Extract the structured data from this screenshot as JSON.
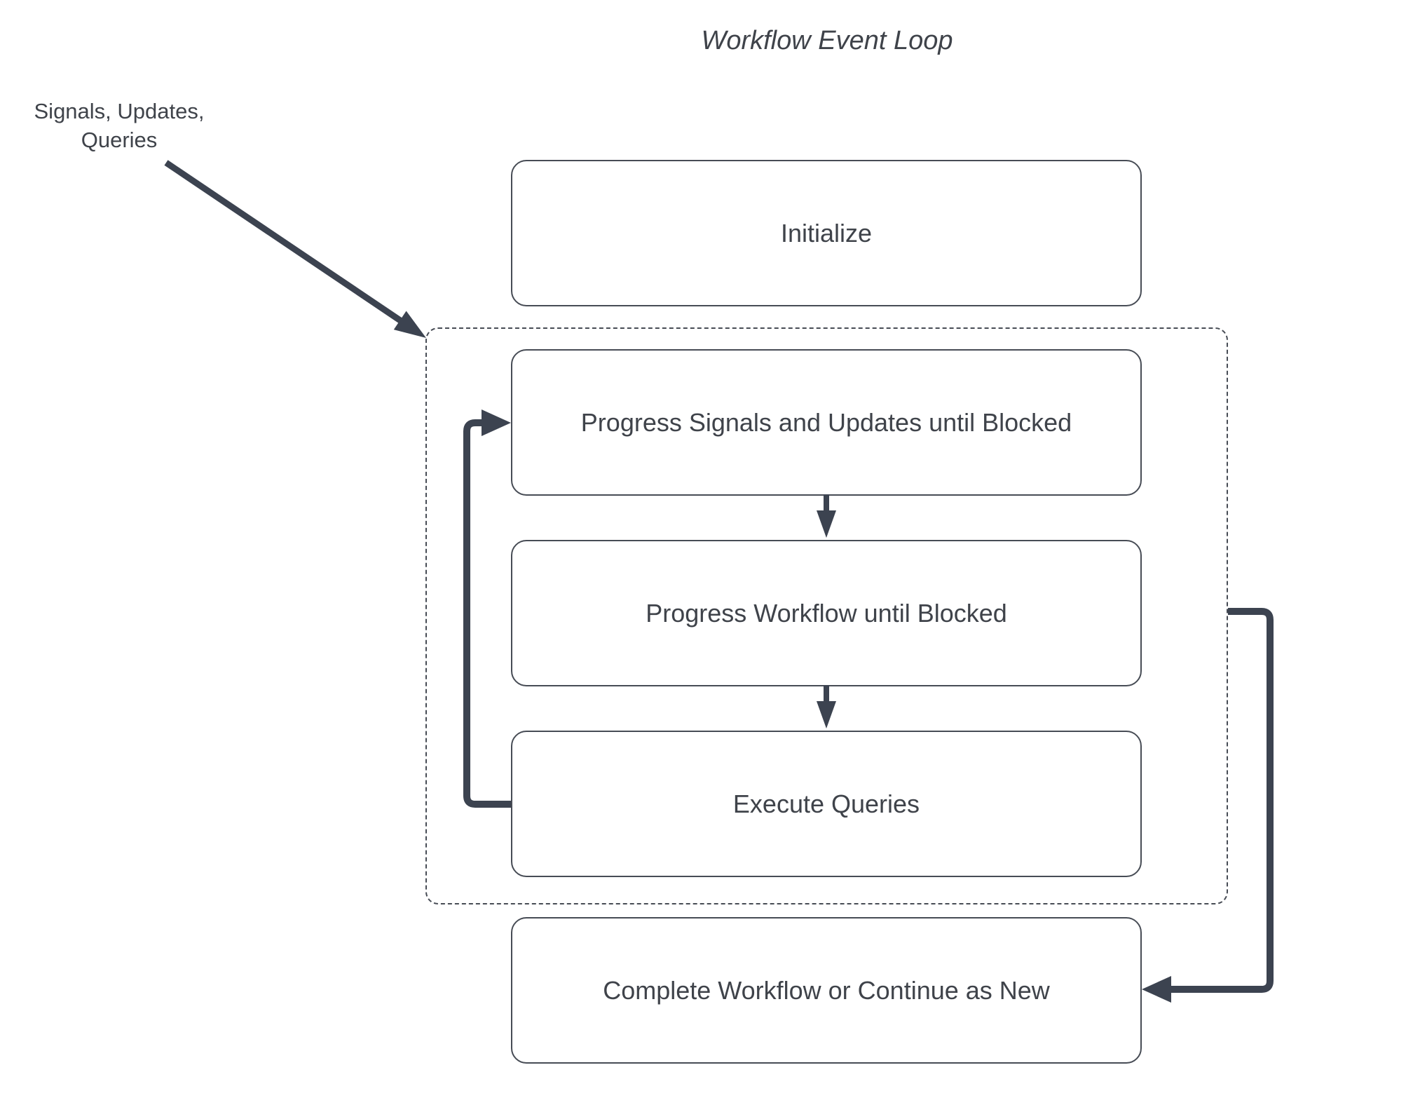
{
  "title": "Workflow Event Loop",
  "external_input_label": {
    "line1": "Signals, Updates,",
    "line2": "Queries"
  },
  "nodes": [
    {
      "id": "initialize",
      "label": "Initialize"
    },
    {
      "id": "progress-signals",
      "label": "Progress Signals and Updates until Blocked"
    },
    {
      "id": "progress-workflow",
      "label": "Progress Workflow until Blocked"
    },
    {
      "id": "execute-queries",
      "label": "Execute Queries"
    },
    {
      "id": "complete-workflow",
      "label": "Complete Workflow or Continue as New"
    }
  ],
  "group": {
    "id": "event-loop-group",
    "contains": [
      "progress-signals",
      "progress-workflow",
      "execute-queries"
    ],
    "border_style": "dashed"
  },
  "edges": [
    {
      "id": "input-to-loop",
      "from": "signals-updates-queries-label",
      "to": "event-loop-group",
      "style": "thin-diagonal-arrow"
    },
    {
      "id": "signals-to-workflow",
      "from": "progress-signals",
      "to": "progress-workflow",
      "style": "down-arrow"
    },
    {
      "id": "workflow-to-queries",
      "from": "progress-workflow",
      "to": "execute-queries",
      "style": "down-arrow"
    },
    {
      "id": "queries-back-to-signals",
      "from": "execute-queries",
      "to": "progress-signals",
      "style": "thick-loop-arrow"
    },
    {
      "id": "loop-to-complete",
      "from": "event-loop-group",
      "to": "complete-workflow",
      "style": "thick-loop-arrow"
    }
  ],
  "colors": {
    "connector": "#3c4350",
    "border": "#474c55",
    "text": "#3f434a",
    "background": "#ffffff"
  }
}
